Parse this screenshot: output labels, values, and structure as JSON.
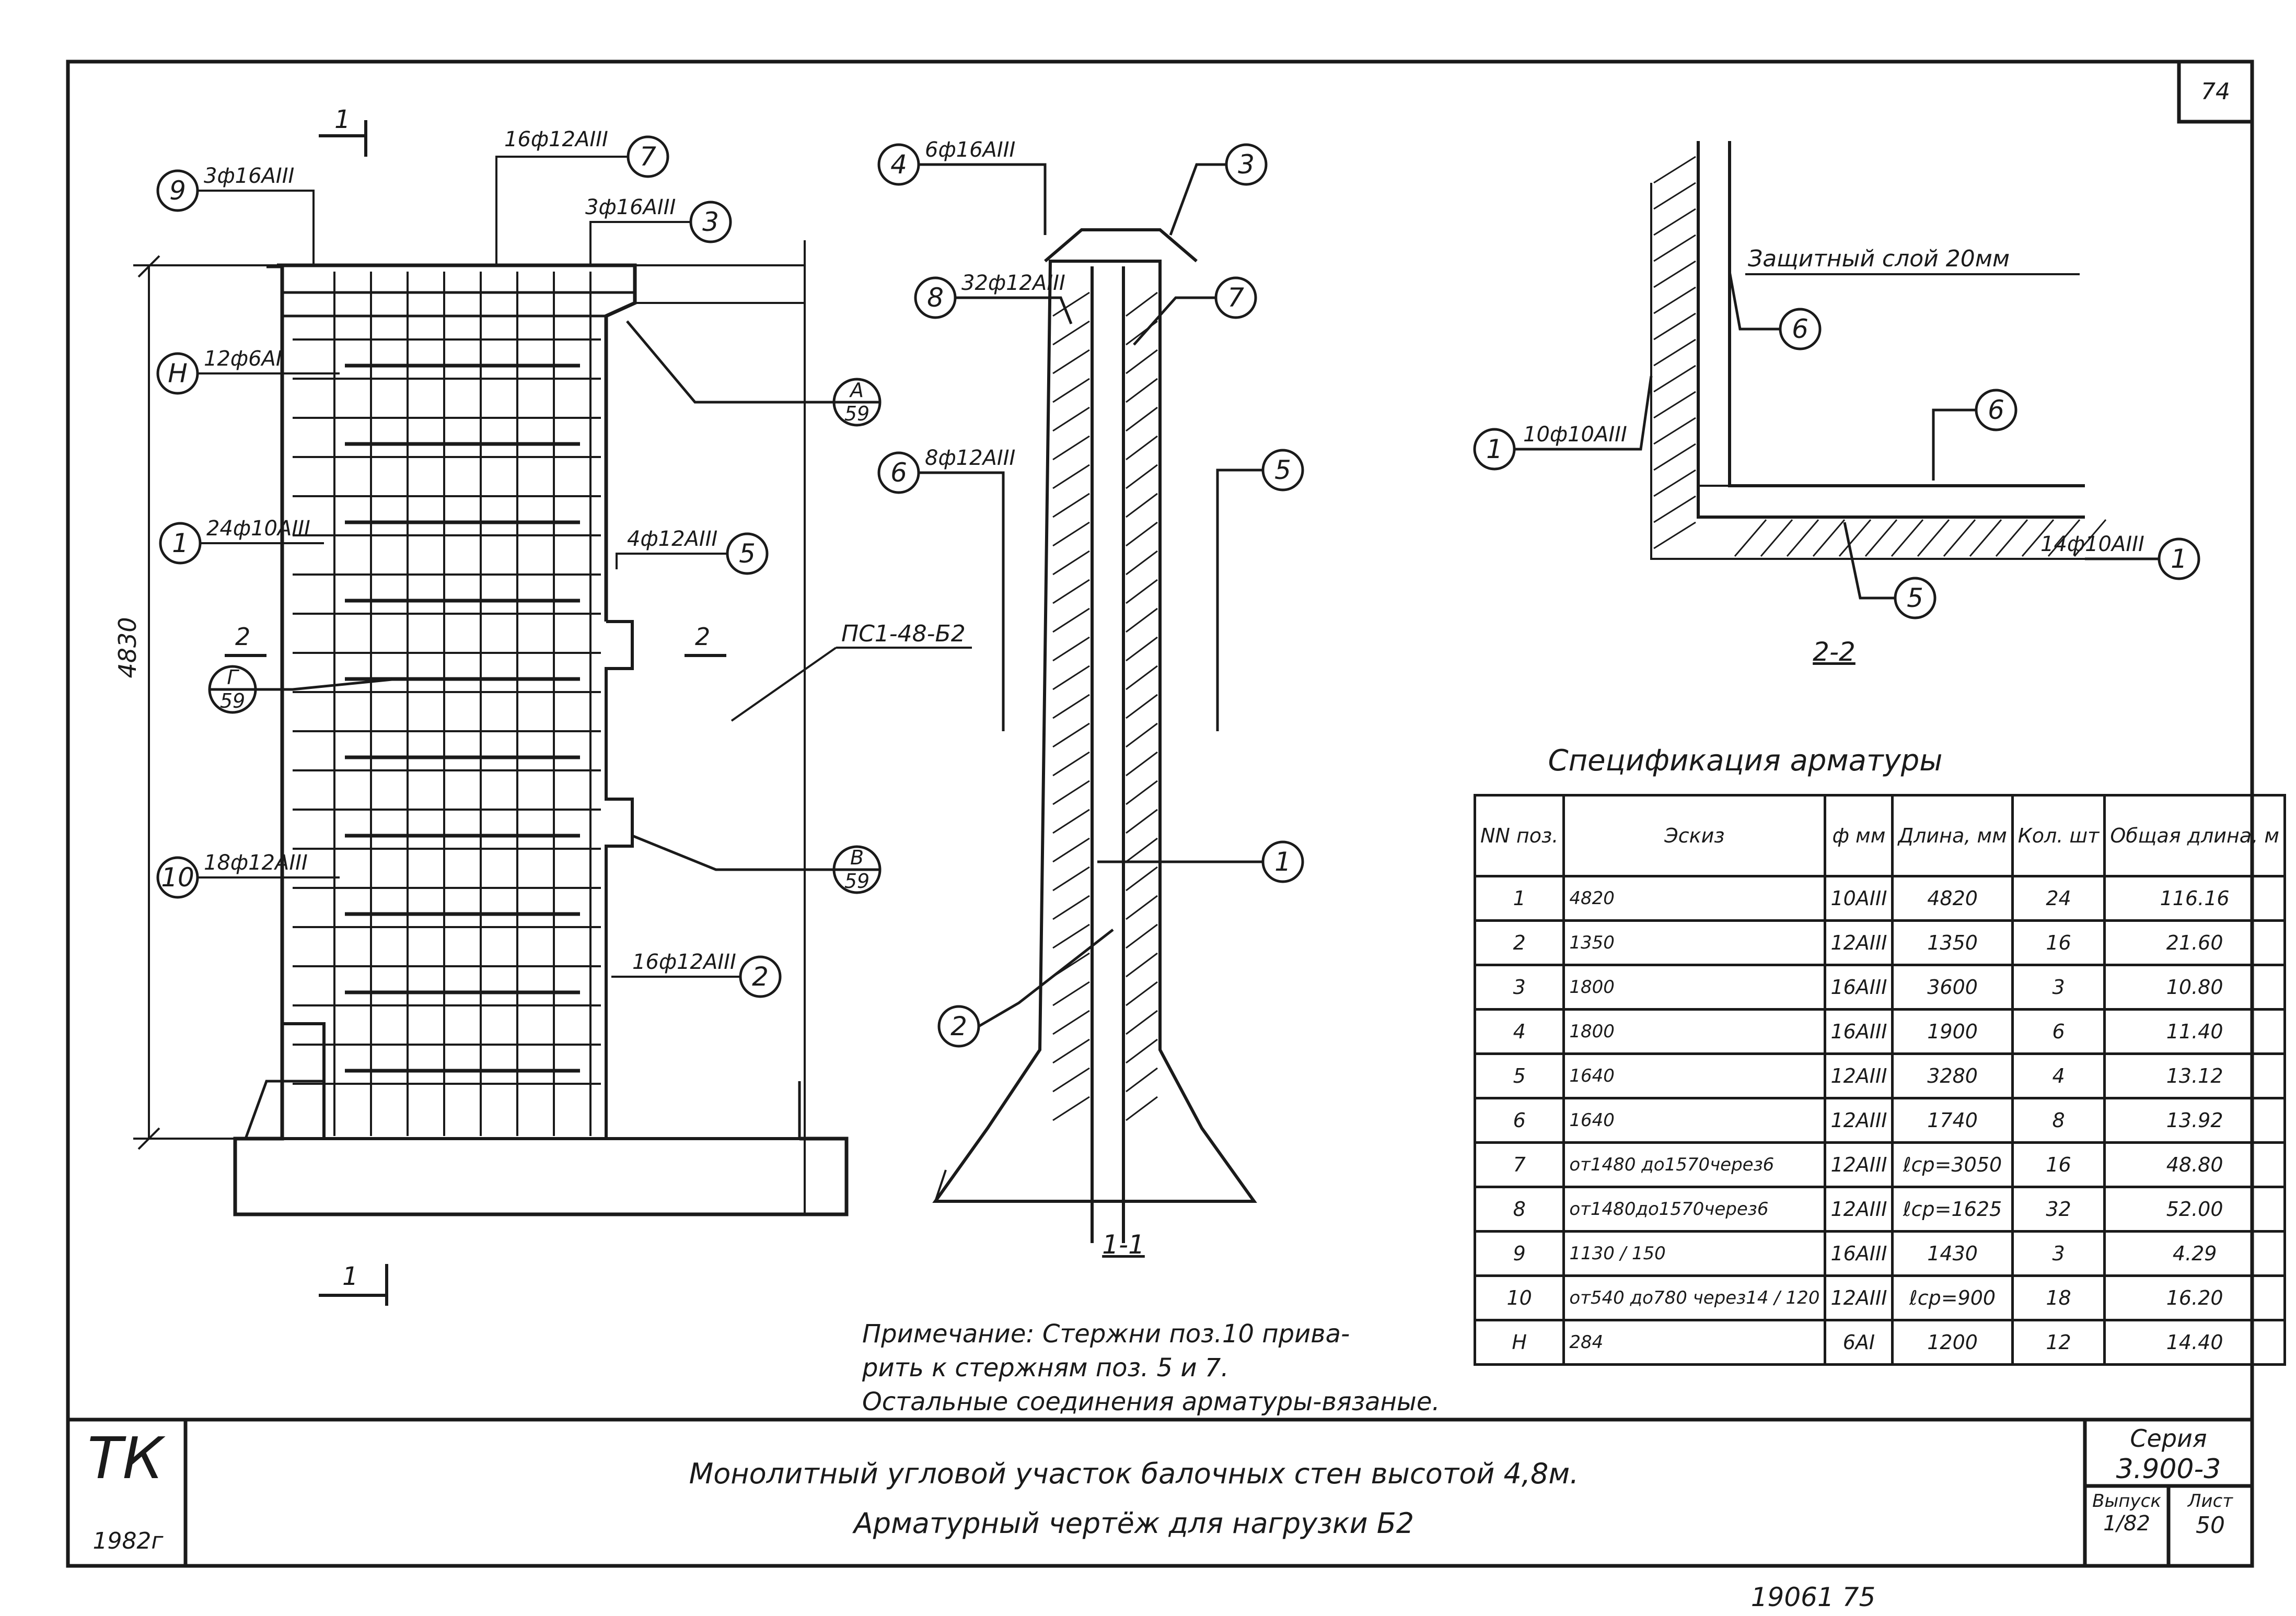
{
  "sheet_no": "74",
  "bottom_numbers": "19061   75",
  "elevation": {
    "section_mark": "1",
    "dim_height": "4830",
    "cut_mark": "2",
    "panel_label": "ПС1-48-Б2",
    "callouts": [
      {
        "num": "9",
        "text": "3ф16АIII"
      },
      {
        "num": "7",
        "text": "16ф12АIII"
      },
      {
        "num": "3",
        "text": "3ф16АIII"
      },
      {
        "num": "Н",
        "text": "12ф6АI"
      },
      {
        "num": "1",
        "text": "24ф10АIII"
      },
      {
        "num": "5",
        "text": "4ф12АIII"
      },
      {
        "num": "10",
        "text": "18ф12АIII"
      },
      {
        "num": "2",
        "text": "16ф12АIII"
      }
    ],
    "nodes": [
      {
        "top": "А",
        "bottom": "59"
      },
      {
        "top": "Г",
        "bottom": "59"
      },
      {
        "top": "В",
        "bottom": "59"
      }
    ]
  },
  "section11": {
    "title": "1-1",
    "callouts": [
      {
        "num": "4",
        "text": "6ф16АIII"
      },
      {
        "num": "3",
        "text": ""
      },
      {
        "num": "8",
        "text": "32ф12АIII"
      },
      {
        "num": "7",
        "text": ""
      },
      {
        "num": "6",
        "text": "8ф12АIII"
      },
      {
        "num": "5",
        "text": ""
      },
      {
        "num": "1",
        "text": ""
      },
      {
        "num": "2",
        "text": ""
      }
    ]
  },
  "section22": {
    "title": "2-2",
    "protect_layer": "Защитный слой 20мм",
    "callouts": [
      {
        "num": "6",
        "text": ""
      },
      {
        "num": "6",
        "text": ""
      },
      {
        "num": "1",
        "text": "10ф10АIII"
      },
      {
        "num": "1",
        "text": "14ф10АIII"
      },
      {
        "num": "5",
        "text": ""
      }
    ]
  },
  "spec": {
    "title": "Спецификация арматуры",
    "headers": [
      "NN поз.",
      "Эскиз",
      "ф мм",
      "Длина, мм",
      "Кол. шт",
      "Общая длина, м"
    ],
    "rows": [
      {
        "pos": "1",
        "sketch": "4820",
        "d": "10АIII",
        "len": "4820",
        "qty": "24",
        "total": "116.16"
      },
      {
        "pos": "2",
        "sketch": "1350",
        "d": "12АIII",
        "len": "1350",
        "qty": "16",
        "total": "21.60"
      },
      {
        "pos": "3",
        "sketch": "1800",
        "d": "16АIII",
        "len": "3600",
        "qty": "3",
        "total": "10.80"
      },
      {
        "pos": "4",
        "sketch": "1800",
        "d": "16АIII",
        "len": "1900",
        "qty": "6",
        "total": "11.40"
      },
      {
        "pos": "5",
        "sketch": "1640",
        "d": "12АIII",
        "len": "3280",
        "qty": "4",
        "total": "13.12"
      },
      {
        "pos": "6",
        "sketch": "1640",
        "d": "12АIII",
        "len": "1740",
        "qty": "8",
        "total": "13.92"
      },
      {
        "pos": "7",
        "sketch": "от1480 до1570через6",
        "d": "12АIII",
        "len": "ℓср=3050",
        "qty": "16",
        "total": "48.80"
      },
      {
        "pos": "8",
        "sketch": "от1480до1570через6",
        "d": "12АIII",
        "len": "ℓср=1625",
        "qty": "32",
        "total": "52.00"
      },
      {
        "pos": "9",
        "sketch": "1130 / 150",
        "d": "16АIII",
        "len": "1430",
        "qty": "3",
        "total": "4.29"
      },
      {
        "pos": "10",
        "sketch": "от540 до780 через14 / 120",
        "d": "12АIII",
        "len": "ℓср=900",
        "qty": "18",
        "total": "16.20"
      },
      {
        "pos": "Н",
        "sketch": "284",
        "d": "6АI",
        "len": "1200",
        "qty": "12",
        "total": "14.40"
      }
    ]
  },
  "note": {
    "line1": "Примечание: Стержни поз.10 прива-",
    "line2": "рить к стержням поз. 5 и 7.",
    "line3": "Остальные соединения арматуры-вязаные."
  },
  "title_block": {
    "logo": "ТК",
    "year": "1982г",
    "title1": "Монолитный угловой участок балочных стен высотой 4,8м.",
    "title2": "Арматурный чертёж для нагрузки Б2",
    "series_label": "Серия",
    "series": "3.900-3",
    "issue_label": "Выпуск",
    "issue": "1/82",
    "sheet_label": "Лист",
    "sheet": "50"
  }
}
